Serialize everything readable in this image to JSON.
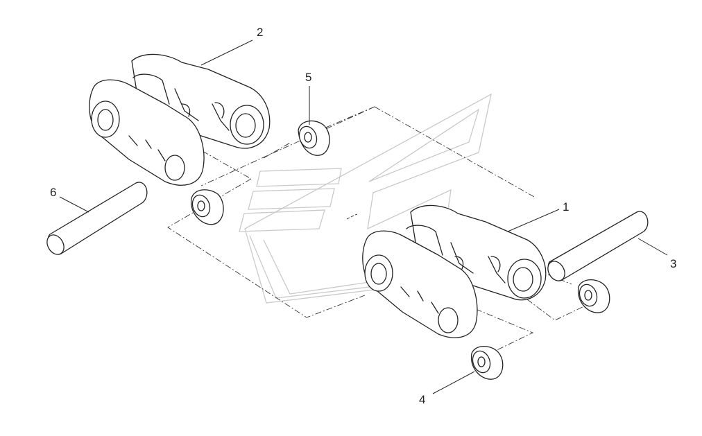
{
  "callouts": [
    {
      "id": "1",
      "text": "1"
    },
    {
      "id": "2",
      "text": "2"
    },
    {
      "id": "3",
      "text": "3"
    },
    {
      "id": "4",
      "text": "4"
    },
    {
      "id": "5",
      "text": "5"
    },
    {
      "id": "6",
      "text": "6"
    }
  ]
}
